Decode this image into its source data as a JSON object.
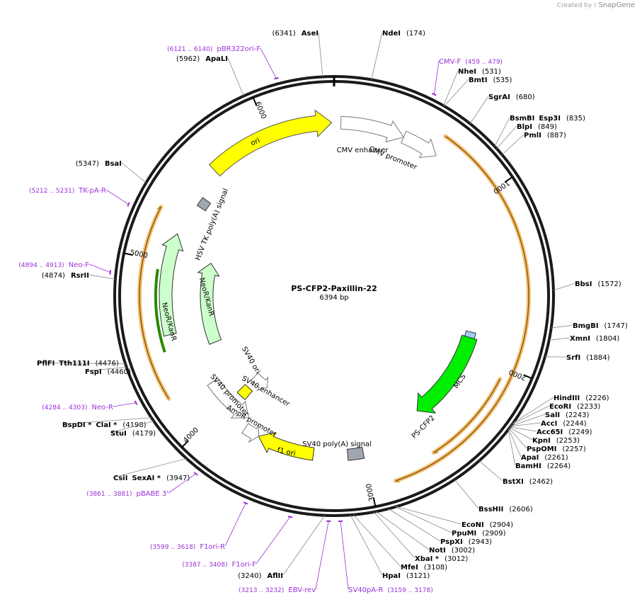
{
  "credit": {
    "created_by": "Created by",
    "brand": "SnapGene"
  },
  "plasmid": {
    "name": "PS-CFP2-Paxillin-22",
    "length_label": "6394 bp"
  },
  "ruler": [
    "1000",
    "2000",
    "3000",
    "4000",
    "5000",
    "6000"
  ],
  "sites": [
    {
      "name": "AseI",
      "pos": "(6341)"
    },
    {
      "name": "NdeI",
      "pos": "(174)"
    },
    {
      "name": "NheI",
      "pos": "(531)"
    },
    {
      "name": "BmtI",
      "pos": "(535)"
    },
    {
      "name": "SgrAI",
      "pos": "(680)"
    },
    {
      "name": "BsmBI",
      "name2": "Esp3I",
      "pos": "(835)"
    },
    {
      "name": "BlpI",
      "pos": "(849)"
    },
    {
      "name": "PmlI",
      "pos": "(887)"
    },
    {
      "name": "BbsI",
      "pos": "(1572)"
    },
    {
      "name": "BmgBI",
      "pos": "(1747)"
    },
    {
      "name": "XmnI",
      "pos": "(1804)"
    },
    {
      "name": "SrfI",
      "pos": "(1884)"
    },
    {
      "name": "HindIII",
      "pos": "(2226)"
    },
    {
      "name": "EcoRI",
      "pos": "(2233)"
    },
    {
      "name": "SalI",
      "pos": "(2243)"
    },
    {
      "name": "AccI",
      "pos": "(2244)"
    },
    {
      "name": "Acc65I",
      "pos": "(2249)"
    },
    {
      "name": "KpnI",
      "pos": "(2253)"
    },
    {
      "name": "PspOMI",
      "pos": "(2257)"
    },
    {
      "name": "ApaI",
      "pos": "(2261)"
    },
    {
      "name": "BamHI",
      "pos": "(2264)"
    },
    {
      "name": "BstXI",
      "pos": "(2462)"
    },
    {
      "name": "BssHII",
      "pos": "(2606)"
    },
    {
      "name": "EcoNI",
      "pos": "(2904)"
    },
    {
      "name": "PpuMI",
      "pos": "(2909)"
    },
    {
      "name": "PspXI",
      "pos": "(2943)"
    },
    {
      "name": "NotI",
      "pos": "(3002)"
    },
    {
      "name": "XbaI *",
      "pos": "(3012)"
    },
    {
      "name": "MfeI",
      "pos": "(3108)"
    },
    {
      "name": "HpaI",
      "pos": "(3121)"
    },
    {
      "name": "AflII",
      "pos": "(3240)"
    },
    {
      "name": "CsiI",
      "name2": "SexAI *",
      "pos": "(3947)"
    },
    {
      "name": "BspDI *",
      "name2": "ClaI *",
      "pos": "(4198)"
    },
    {
      "name": "StuI",
      "pos": "(4179)"
    },
    {
      "name": "PflFI",
      "name2": "Tth111I",
      "pos": "(4476)"
    },
    {
      "name": "FspI",
      "pos": "(4460)"
    },
    {
      "name": "RsrII",
      "pos": "(4874)"
    },
    {
      "name": "BsaI",
      "pos": "(5347)"
    },
    {
      "name": "ApaLI",
      "pos": "(5962)"
    }
  ],
  "primers": [
    {
      "name": "pBR322ori-F",
      "pos": "(6121 .. 6140)"
    },
    {
      "name": "CMV-F",
      "pos": "(459 .. 479)"
    },
    {
      "name": "TK-pA-R",
      "pos": "(5212 .. 5231)"
    },
    {
      "name": "Neo-F",
      "pos": "(4894 .. 4913)"
    },
    {
      "name": "Neo-R",
      "pos": "(4284 .. 4303)"
    },
    {
      "name": "pBABE 3'",
      "pos": "(3861 .. 3881)"
    },
    {
      "name": "F1ori-R",
      "pos": "(3599 .. 3618)"
    },
    {
      "name": "F1ori-F",
      "pos": "(3387 .. 3408)"
    },
    {
      "name": "EBV-rev",
      "pos": "(3213 .. 3232)"
    },
    {
      "name": "SV40pA-R",
      "pos": "(3159 .. 3178)"
    }
  ],
  "features": [
    {
      "label": "CMV enhancer"
    },
    {
      "label": "CMV promoter"
    },
    {
      "label": "ori"
    },
    {
      "label": "HSV TK poly(A) signal"
    },
    {
      "label": "NeoR/KanR"
    },
    {
      "label": "NeoR/KanR"
    },
    {
      "label": "SV40 ori"
    },
    {
      "label": "SV40 enhancer"
    },
    {
      "label": "SV40 promoter"
    },
    {
      "label": "AmpR promoter"
    },
    {
      "label": "f1 ori"
    },
    {
      "label": "SV40 poly(A) signal"
    },
    {
      "label": "PS-CFP2"
    },
    {
      "label": "MCS"
    }
  ],
  "colors": {
    "backbone": "#1a1a1a",
    "primer": "#9b30d9",
    "ori": "#ffff00",
    "cds": "#00ee00",
    "marker": "#ccffcc",
    "promoter": "#ffffff",
    "polyA": "#a0a7b0",
    "mcs": "#9fcdf5",
    "orf_glow": "#f5c27a",
    "orf_line": "#8a5a00"
  }
}
